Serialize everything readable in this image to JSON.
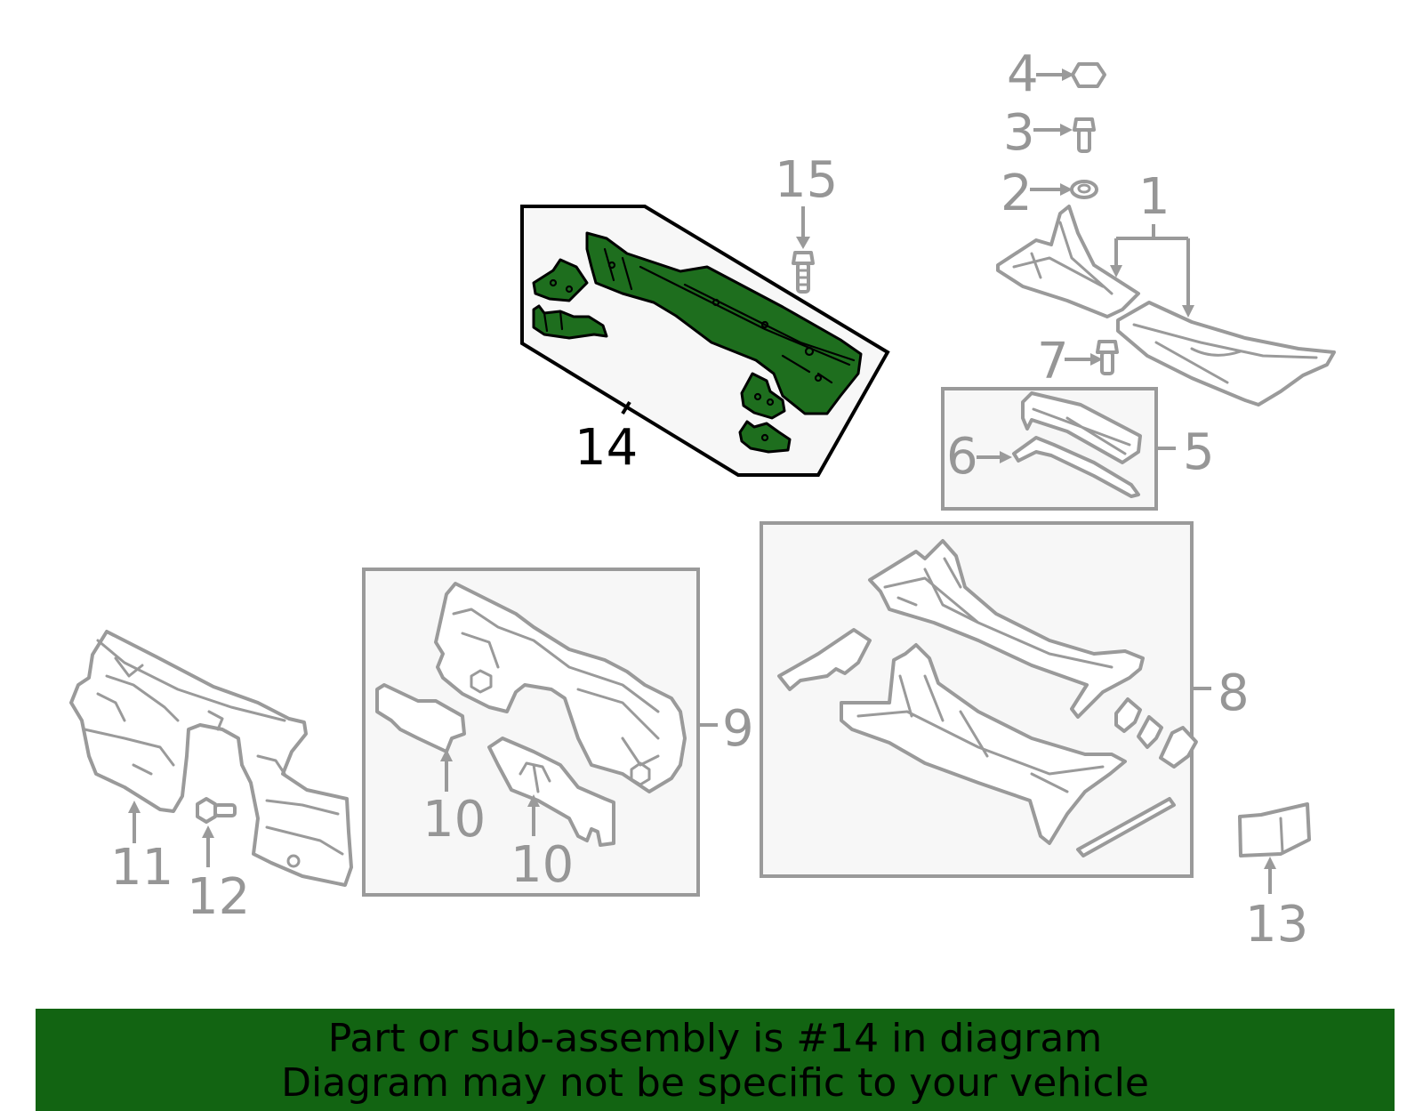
{
  "highlight_color": "#1e6e1e",
  "banner_color": "#126412",
  "callouts": {
    "c1": "1",
    "c2": "2",
    "c3": "3",
    "c4": "4",
    "c5": "5",
    "c6": "6",
    "c7": "7",
    "c8": "8",
    "c9": "9",
    "c10a": "10",
    "c10b": "10",
    "c11": "11",
    "c12": "12",
    "c13": "13",
    "c14": "14",
    "c15": "15"
  },
  "footer": {
    "line1": "Part or sub-assembly is #14 in diagram",
    "line2": "Diagram may not be specific to your vehicle"
  }
}
